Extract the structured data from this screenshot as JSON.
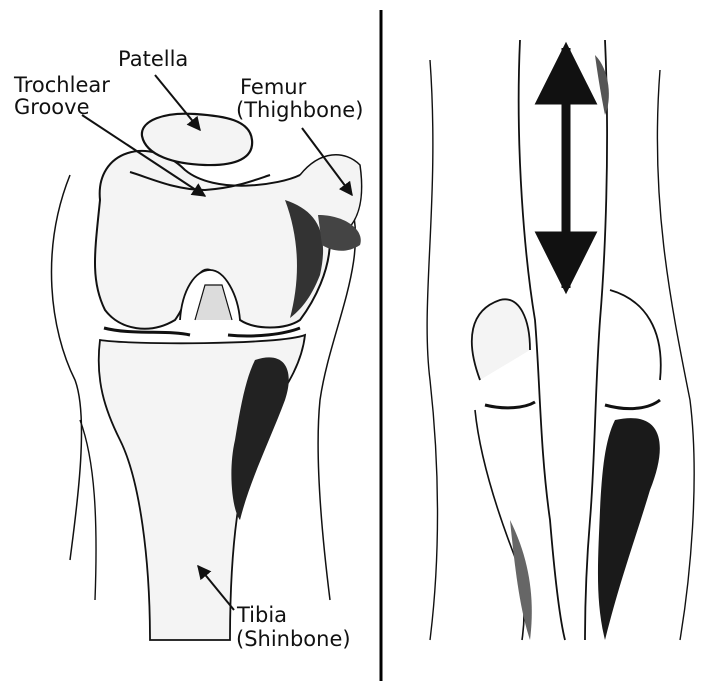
{
  "labels": {
    "patella": "Patella",
    "trochlear_groove_line1": "Trochlear",
    "trochlear_groove_line2": "Groove",
    "femur_line1": "Femur",
    "femur_line2": "(Thighbone)",
    "tibia_line1": "Tibia",
    "tibia_line2": "(Shinbone)"
  },
  "panels": [
    {
      "view": "front view of knee joint"
    },
    {
      "view": "side view of knee with patella motion"
    }
  ],
  "icons": {
    "motion_arrow": "double-headed-vertical-arrow-icon"
  },
  "colors": {
    "ink": "#111111",
    "bone": "#f4f4f4",
    "shadow": "#333333",
    "background": "#ffffff"
  }
}
